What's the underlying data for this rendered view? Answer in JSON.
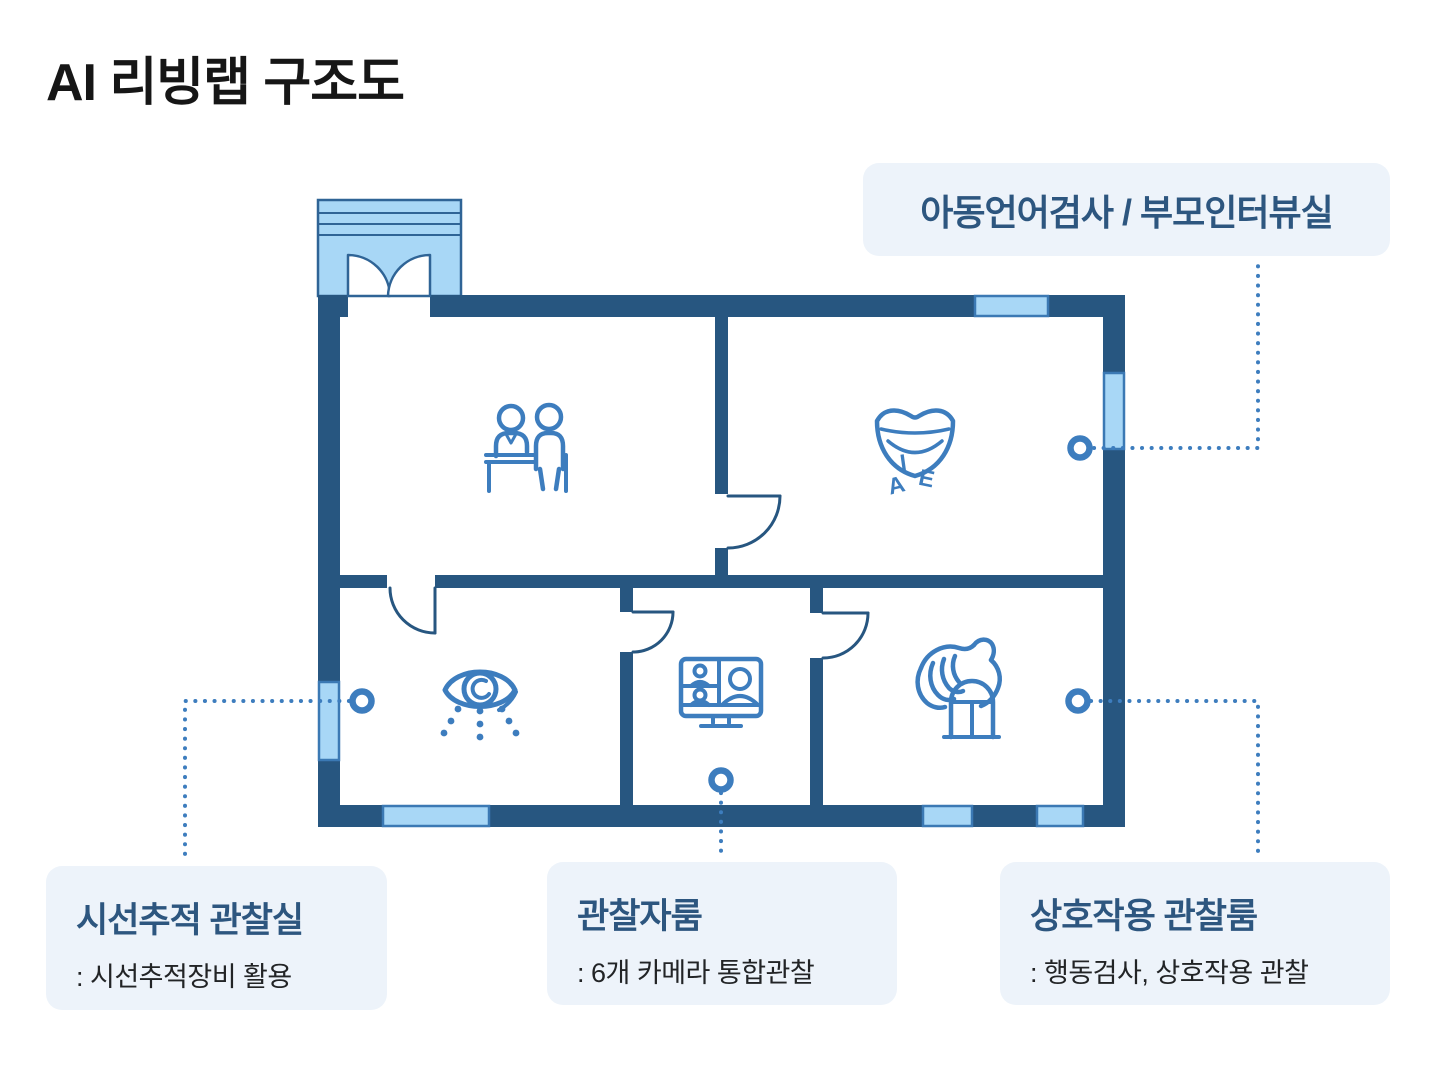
{
  "header": {
    "title": "AI 리빙랩 구조도"
  },
  "colors": {
    "wall": "#275680",
    "window_fill": "#A8D7F6",
    "window_border": "#3B79B4",
    "entrance_fill": "#A8D7F6",
    "icon_stroke": "#3D7DBE",
    "callout_bg": "#EDF3FA",
    "callout_title": "#2D567F",
    "callout_desc": "#222426",
    "background": "#FFFFFF"
  },
  "floorplan": {
    "rooms": [
      {
        "id": "consult-room",
        "icon": "people-at-desk-icon"
      },
      {
        "id": "language-test-room",
        "icon": "mouth-icon"
      },
      {
        "id": "eye-tracking-room",
        "icon": "eye-icon"
      },
      {
        "id": "observer-room",
        "icon": "video-call-icon"
      },
      {
        "id": "interaction-room",
        "icon": "hand-block-icon"
      }
    ],
    "mouth_letters": {
      "i": "I",
      "a": "A",
      "e": "E"
    }
  },
  "callouts": {
    "language": {
      "title": "아동언어검사 / 부모인터뷰실"
    },
    "eyetrack": {
      "title": "시선추적 관찰실",
      "desc": ": 시선추적장비 활용"
    },
    "observer": {
      "title": "관찰자룸",
      "desc": ": 6개 카메라 통합관찰"
    },
    "interaction": {
      "title": "상호작용 관찰룸",
      "desc": ": 행동검사, 상호작용 관찰"
    }
  }
}
